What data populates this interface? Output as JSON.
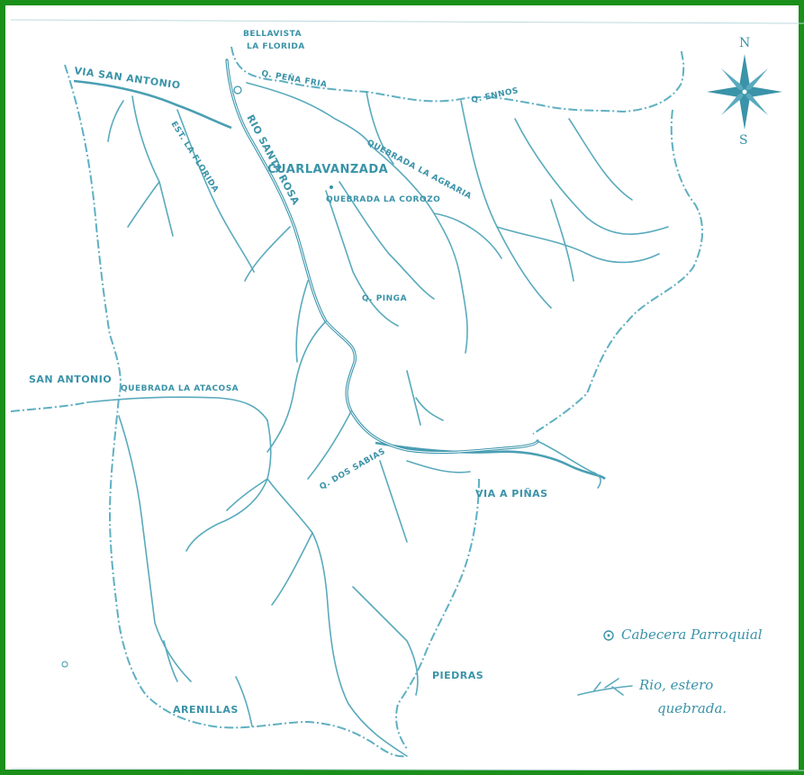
{
  "colors": {
    "frame": "#1a8f1a",
    "ink": "#3a93a8",
    "river": "#5aaabd"
  },
  "compass": {
    "north": "N",
    "south": "S",
    "icon": "compass-rose-icon"
  },
  "labels": {
    "via_san_antonio": "VIA SAN ANTONIO",
    "bellavista": "BELLAVISTA",
    "la_florida": "LA FLORIDA",
    "q_pena_fria": "Q. PEÑA FRIA",
    "q_ennos": "Q. ENNOS",
    "est_la_florida": "EST. LA FLORIDA",
    "rio_santa_rosa": "RIO SANTA ROSA",
    "quebrada_la_agraria": "QUEBRADA LA AGRARIA",
    "cuarlavanzada": "CUARLAVANZADA",
    "quebrada_la_corozo": "QUEBRADA LA COROZO",
    "q_pinga": "Q. PINGA",
    "san_antonio": "SAN ANTONIO",
    "quebrada_la_atacosa": "QUEBRADA LA ATACOSA",
    "via_a_pinas": "VIA A PIÑAS",
    "q_dos_sabias": "Q. DOS SABIAS",
    "piedras": "PIEDRAS",
    "arenillas": "ARENILLAS"
  },
  "legend": {
    "cabecera": "Cabecera Parroquial",
    "rio_line1": "Rio, estero",
    "rio_line2": "quebrada."
  }
}
